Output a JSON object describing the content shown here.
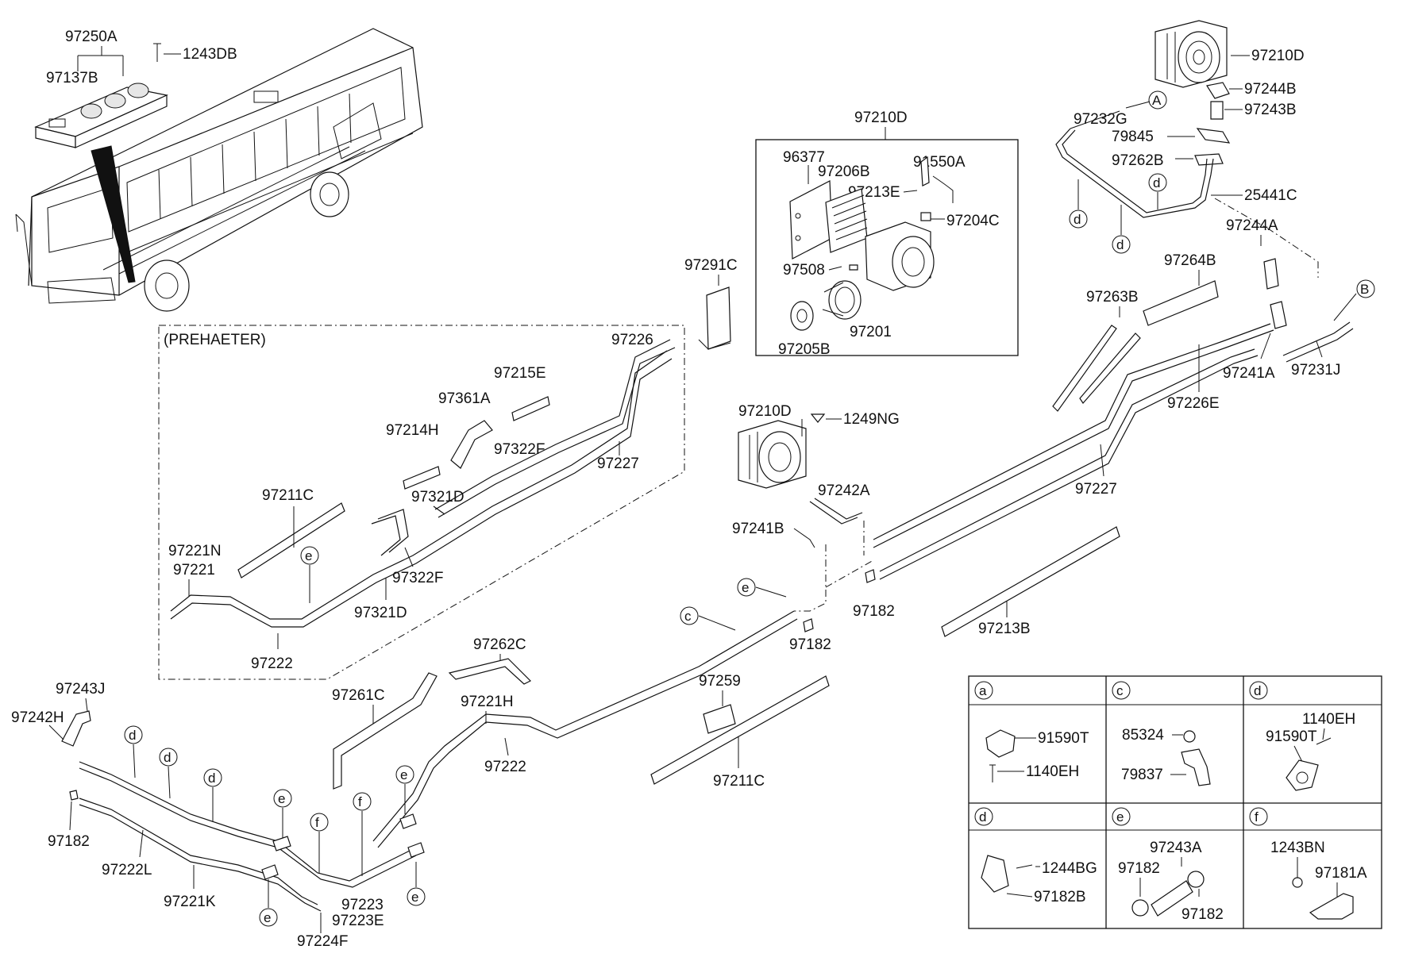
{
  "preheater_label": "(PREHAETER)",
  "part_numbers": {
    "p97250A": "97250A",
    "p1243DB": "1243DB",
    "p97137B": "97137B",
    "p97210D_top": "97210D",
    "p97232G": "97232G",
    "p97244B_top": "97244B",
    "p97243B": "97243B",
    "p79845": "79845",
    "p97262B": "97262B",
    "p25441C": "25441C",
    "p97210D_box": "97210D",
    "p96377": "96377",
    "p97206B": "97206B",
    "p91550A": "91550A",
    "p97213E": "97213E",
    "p97204C": "97204C",
    "p97508": "97508",
    "p97201": "97201",
    "p97205B": "97205B",
    "p97291C": "97291C",
    "p97244A": "97244A",
    "p97264B": "97264B",
    "p97263B": "97263B",
    "p97241A": "97241A",
    "p97231J": "97231J",
    "p97226E": "97226E",
    "p97227_right": "97227",
    "p97226": "97226",
    "p97215E": "97215E",
    "p97361A": "97361A",
    "p97214H": "97214H",
    "p97322F_a": "97322F",
    "p97227_pre": "97227",
    "p97211C_pre": "97211C",
    "p97321D_a": "97321D",
    "p97221N": "97221N",
    "p97221": "97221",
    "p97322F_b": "97322F",
    "p97321D_b": "97321D",
    "p97222_pre": "97222",
    "p97210D_mid": "97210D",
    "p1249NG": "1249NG",
    "p97242A": "97242A",
    "p97241B": "97241B",
    "p97182_mid": "97182",
    "p97182_mid2": "97182",
    "p97213B": "97213B",
    "p97262C": "97262C",
    "p97261C": "97261C",
    "p97221H": "97221H",
    "p97222_mid": "97222",
    "p97259": "97259",
    "p97211C_mid": "97211C",
    "p97243J": "97243J",
    "p97242H": "97242H",
    "p97182_left": "97182",
    "p97222L": "97222L",
    "p97221K": "97221K",
    "p97223": "97223",
    "p97223E": "97223E",
    "p97224F": "97224F"
  },
  "callouts": {
    "A": "A",
    "B": "B",
    "c": "c",
    "d": "d",
    "e": "e",
    "f": "f"
  },
  "legend": {
    "cells": [
      {
        "key": "a",
        "parts": [
          "91590T",
          "1140EH"
        ]
      },
      {
        "key": "c",
        "parts": [
          "85324",
          "79837"
        ]
      },
      {
        "key": "d",
        "parts": [
          "1140EH",
          "91590T"
        ]
      },
      {
        "key": "d",
        "parts": [
          "1244BG",
          "97182B"
        ]
      },
      {
        "key": "e",
        "parts": [
          "97243A",
          "97182",
          "97182"
        ]
      },
      {
        "key": "f",
        "parts": [
          "1243BN",
          "97181A"
        ]
      }
    ]
  }
}
